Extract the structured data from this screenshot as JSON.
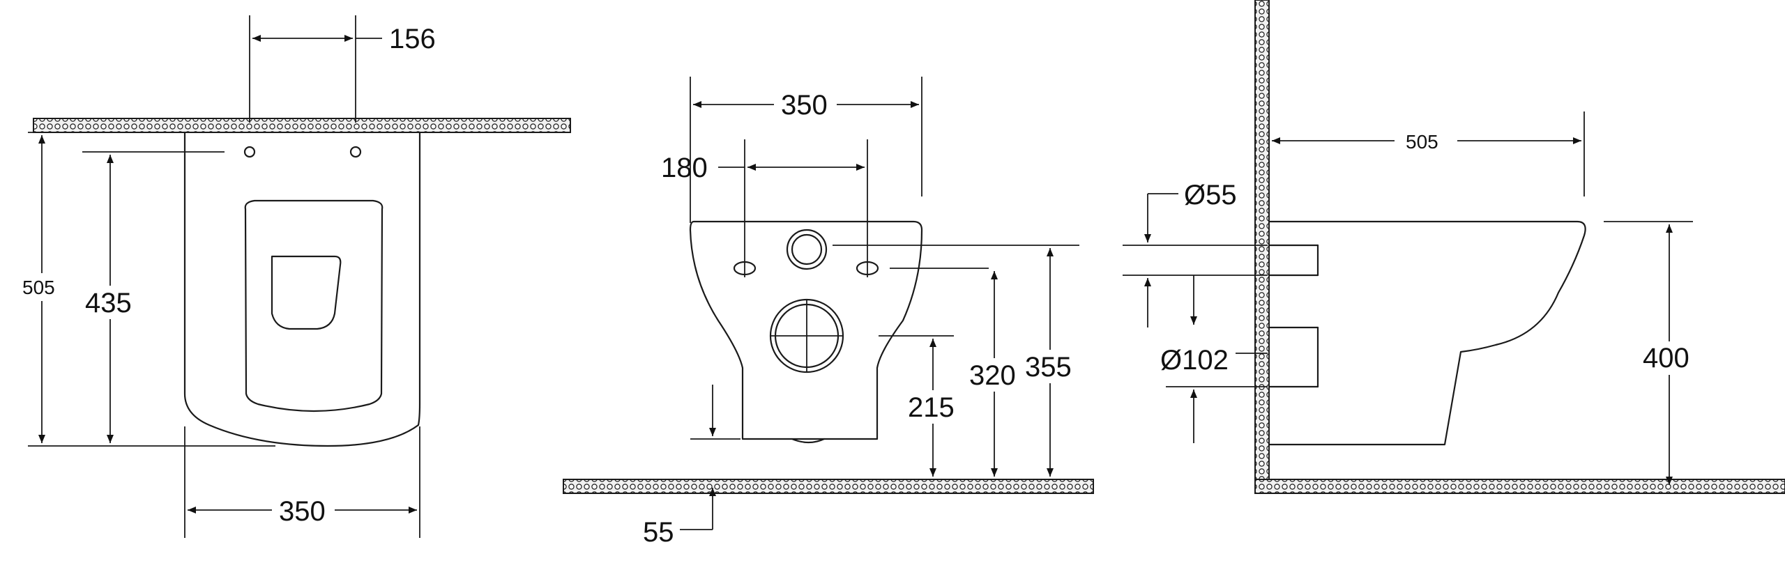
{
  "colors": {
    "line": "#1a1a1a",
    "background": "#ffffff",
    "wall_fill": "#f1f1f1"
  },
  "views": {
    "top": {
      "dim_width": "350",
      "dim_hole_spacing": "156",
      "dim_total_depth": "505",
      "dim_seat_depth": "435"
    },
    "front": {
      "dim_width": "350",
      "dim_hole_spacing": "180",
      "dim_floor_gap": "55",
      "dim_outlet_height": "215",
      "dim_hole_height": "320",
      "dim_inlet_height": "355"
    },
    "side": {
      "dim_projection": "505",
      "dim_inlet_diameter": "Ø55",
      "dim_outlet_diameter": "Ø102",
      "dim_rim_height": "400"
    }
  }
}
